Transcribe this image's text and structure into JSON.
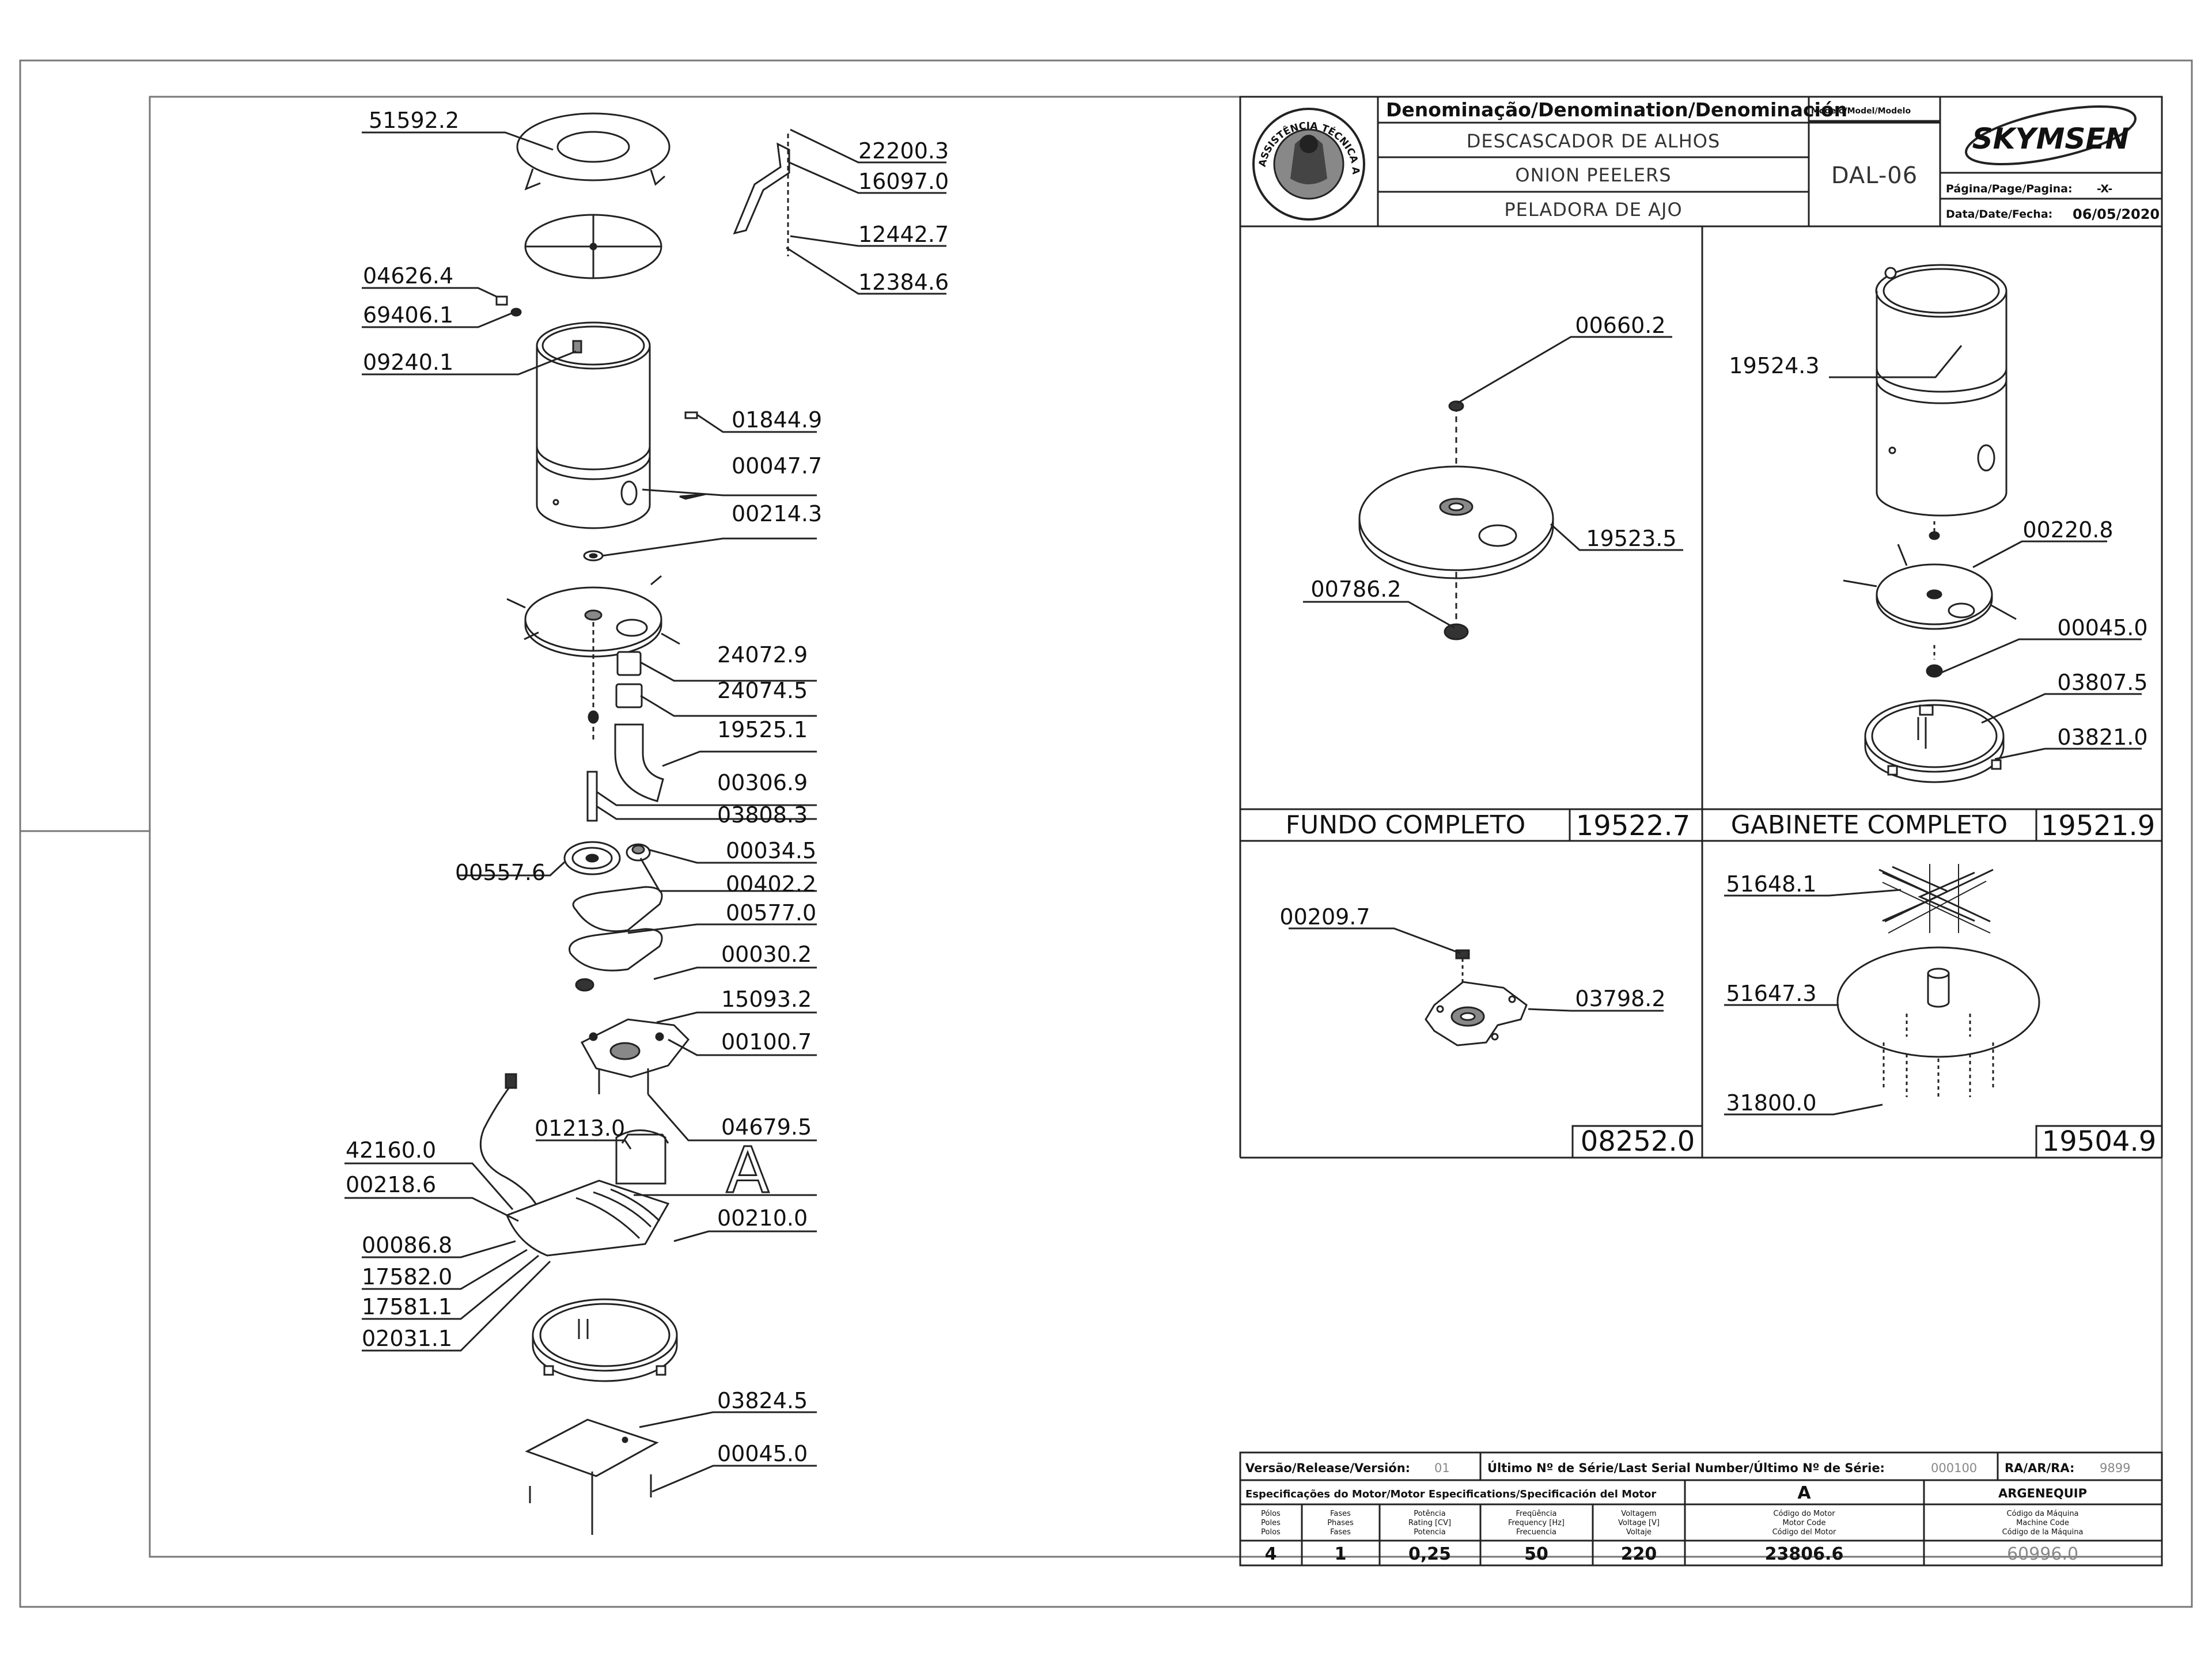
{
  "title_block": {
    "denomination_header": "Denominação/Denomination/Denominación",
    "model_header": "Modelo/Model/Modelo",
    "names": [
      "DESCASCADOR DE ALHOS",
      "ONION PEELERS",
      "PELADORA DE AJO"
    ],
    "model": "DAL-06",
    "brand": "SKYMSEN",
    "page_label": "Página/Page/Pagina:",
    "page_value": "-X-",
    "date_label": "Data/Date/Fecha:",
    "date_value": "06/05/2020",
    "stamp_text": "ASSISTÊNCIA TÉCNICA AUTORIZADA"
  },
  "main_labels": {
    "l51592_2": "51592.2",
    "l22200_3": "22200.3",
    "l16097_0": "16097.0",
    "l12442_7": "12442.7",
    "l12384_6": "12384.6",
    "l04626_4": "04626.4",
    "l69406_1": "69406.1",
    "l09240_1": "09240.1",
    "l01844_9": "01844.9",
    "l00047_7": "00047.7",
    "l00214_3": "00214.3",
    "l24072_9": "24072.9",
    "l24074_5": "24074.5",
    "l19525_1": "19525.1",
    "l00306_9": "00306.9",
    "l03808_3": "03808.3",
    "l00557_6": "00557.6",
    "l00034_5": "00034.5",
    "l00402_2": "00402.2",
    "l00577_0": "00577.0",
    "l00030_2": "00030.2",
    "l15093_2": "15093.2",
    "l00100_7": "00100.7",
    "l01213_0": "01213.0",
    "l04679_5": "04679.5",
    "l42160_0": "42160.0",
    "l00218_6": "00218.6",
    "letter_a": "A",
    "l00210_0": "00210.0",
    "l00086_8": "00086.8",
    "l17582_0": "17582.0",
    "l17581_1": "17581.1",
    "l02031_1": "02031.1",
    "l03824_5": "03824.5",
    "l00045_0": "00045.0"
  },
  "subassemblies": {
    "fundo": {
      "caption": "FUNDO COMPLETO",
      "code": "19522.7",
      "labels": {
        "l00660_2": "00660.2",
        "l19523_5": "19523.5",
        "l00786_2": "00786.2"
      }
    },
    "gabinete": {
      "caption": "GABINETE COMPLETO",
      "code": "19521.9",
      "labels": {
        "l19524_3": "19524.3",
        "l00220_8": "00220.8",
        "l00045_0": "00045.0",
        "l03807_5": "03807.5",
        "l03821_0": "03821.0"
      }
    },
    "base_plate": {
      "code": "08252.0",
      "labels": {
        "l00209_7": "00209.7",
        "l03798_2": "03798.2"
      }
    },
    "cross_kit": {
      "code": "19504.9",
      "labels": {
        "l51648_1": "51648.1",
        "l51647_3": "51647.3",
        "l31800_0": "31800.0"
      }
    }
  },
  "motor_table": {
    "version_label": "Versão/Release/Versión:",
    "version_value": "01",
    "serial_label": "Último Nº de Série/Last Serial Number/Último Nº de Série:",
    "serial_value": "000100",
    "ra_label": "RA/AR/RA:",
    "ra_value": "9899",
    "spec_label": "Especificações do Motor/Motor Especifications/Specificación del Motor",
    "motor_letter": "A",
    "company": "ARGENEQUIP",
    "col_headers": [
      [
        "Pólos",
        "Poles",
        "Polos"
      ],
      [
        "Fases",
        "Phases",
        "Fases"
      ],
      [
        "Potência",
        "Rating [CV]",
        "Potencia"
      ],
      [
        "Freqüência",
        "Frequency [Hz]",
        "Frecuencia"
      ],
      [
        "Voltagem",
        "Voltage [V]",
        "Voltaje"
      ],
      [
        "Código do Motor",
        "Motor Code",
        "Código del Motor"
      ],
      [
        "Código da Máquina",
        "Machine Code",
        "Código de la Máquina"
      ]
    ],
    "values": [
      "4",
      "1",
      "0,25",
      "50",
      "220",
      "23806.6",
      "60996.0"
    ]
  }
}
